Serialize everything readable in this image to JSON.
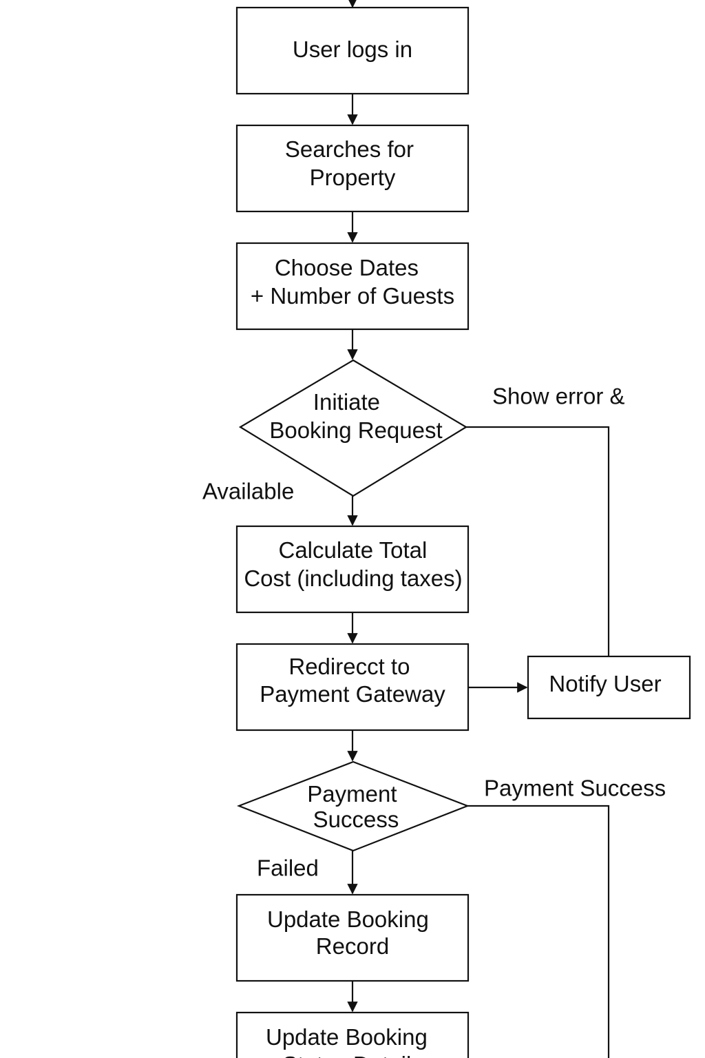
{
  "nodes": {
    "login": {
      "lines": [
        "User logs in"
      ]
    },
    "search": {
      "lines": [
        "Searches for",
        "Property"
      ]
    },
    "choose": {
      "lines": [
        "Choose Dates",
        "+ Number of Guests"
      ]
    },
    "initiate": {
      "lines": [
        "Initiate",
        "Booking Request"
      ]
    },
    "calculate": {
      "lines": [
        "Calculate Total",
        "Cost (including taxes)"
      ]
    },
    "redirect": {
      "lines": [
        "Redirecct to",
        "Payment Gateway"
      ]
    },
    "notify": {
      "lines": [
        "Notify User"
      ]
    },
    "payment": {
      "lines": [
        "Payment",
        "Success"
      ]
    },
    "update_record": {
      "lines": [
        "Update Booking",
        "Record"
      ]
    },
    "update_status": {
      "lines": [
        "Update Booking",
        "Status Details"
      ]
    }
  },
  "edge_labels": {
    "show_error": "Show error &",
    "available": "Available",
    "payment_success": "Payment Success",
    "failed": "Failed"
  }
}
